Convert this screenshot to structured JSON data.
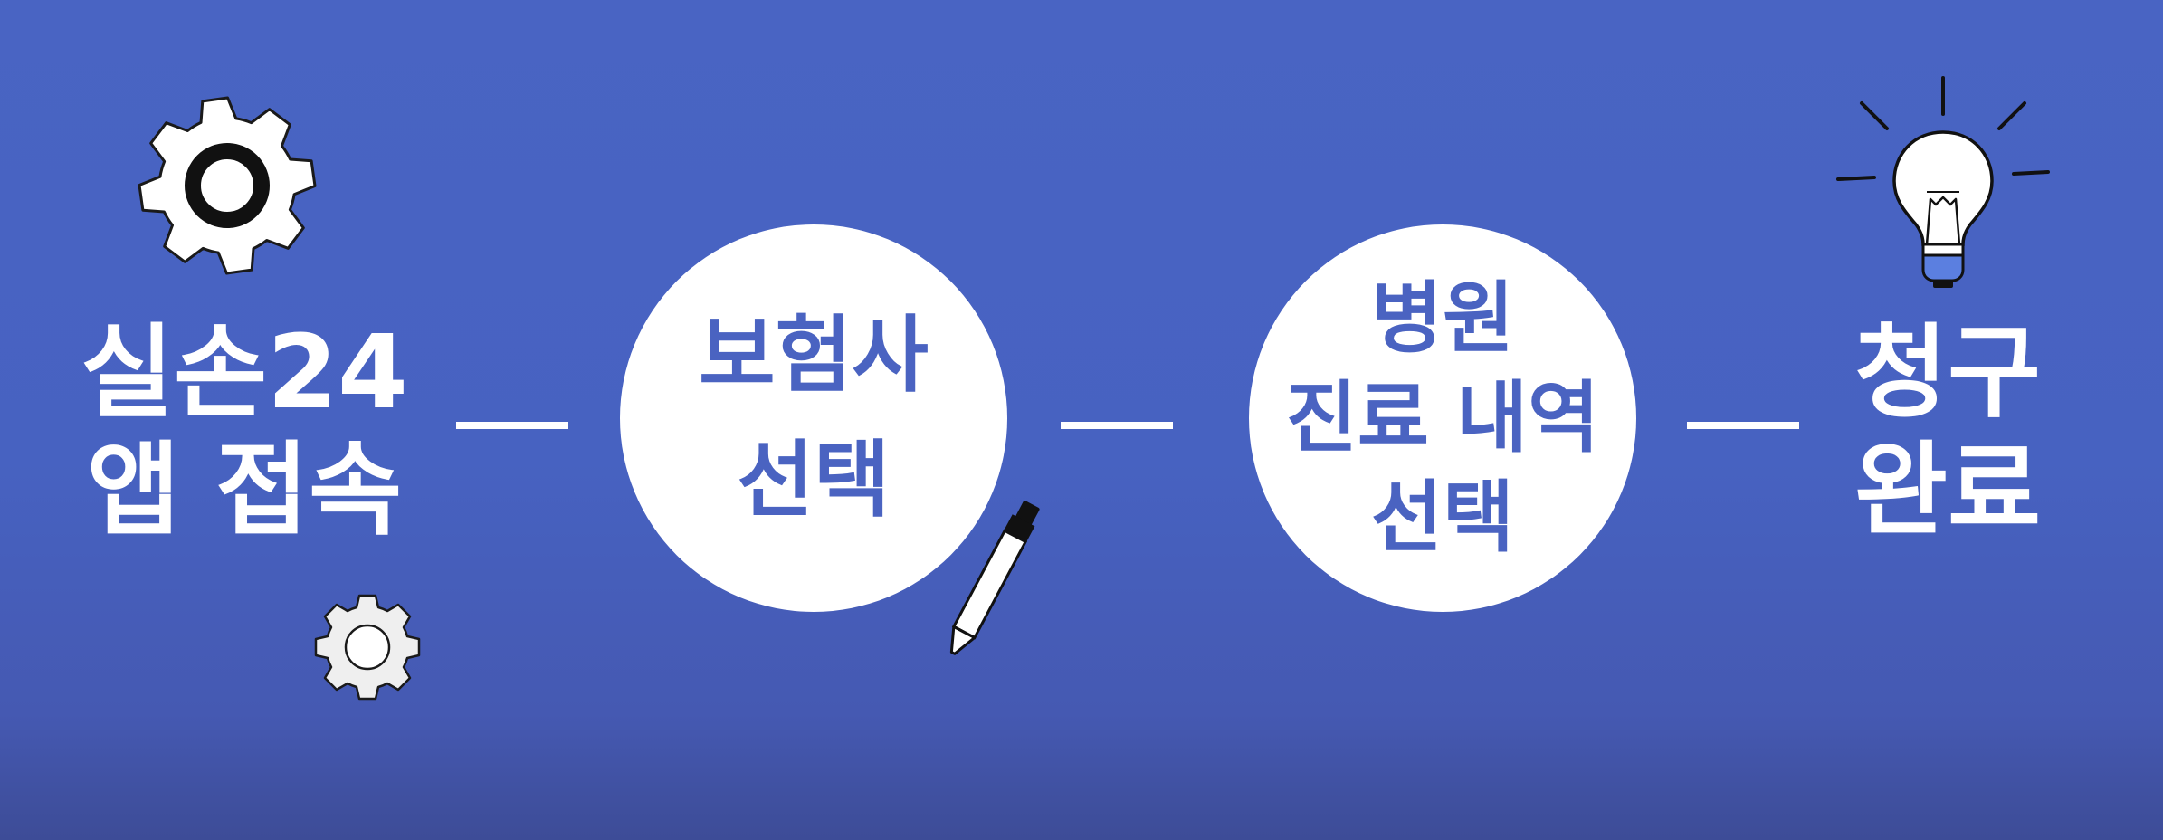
{
  "steps": [
    {
      "lines": [
        "실손24",
        "앱 접속"
      ]
    },
    {
      "lines": [
        "보험사",
        "선택"
      ]
    },
    {
      "lines": [
        "병원",
        "진료 내역",
        "선택"
      ]
    },
    {
      "lines": [
        "청구",
        "완료"
      ]
    }
  ],
  "colors": {
    "background": "#4762c1",
    "circle_fill": "#ffffff",
    "circle_text": "#4a63c1",
    "plain_text": "#ffffff",
    "bulb_base": "#5b7fe0"
  },
  "icons": [
    "gear-icon",
    "gear-icon",
    "pen-icon",
    "lightbulb-icon"
  ]
}
